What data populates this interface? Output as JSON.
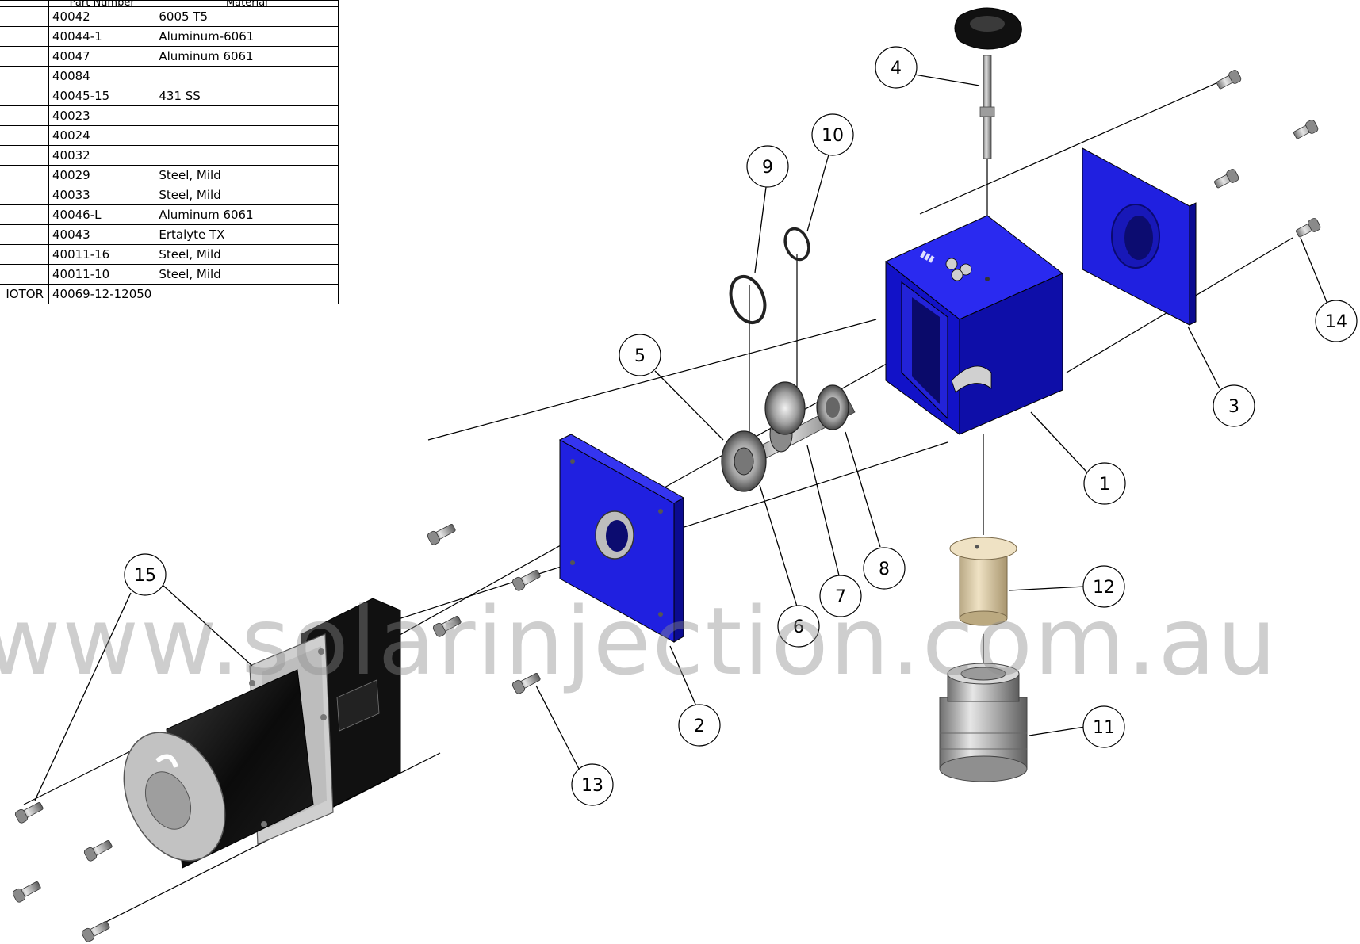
{
  "bom": {
    "header": [
      "",
      "Part Number",
      "Material"
    ],
    "rows": [
      {
        "desc": "",
        "part": "40042",
        "material": "6005 T5"
      },
      {
        "desc": "",
        "part": "40044-1",
        "material": "Aluminum-6061"
      },
      {
        "desc": "",
        "part": "40047",
        "material": "Aluminum 6061"
      },
      {
        "desc": "",
        "part": "40084",
        "material": ""
      },
      {
        "desc": "",
        "part": "40045-15",
        "material": "431 SS"
      },
      {
        "desc": "",
        "part": "40023",
        "material": ""
      },
      {
        "desc": "",
        "part": "40024",
        "material": ""
      },
      {
        "desc": "",
        "part": "40032",
        "material": ""
      },
      {
        "desc": "",
        "part": "40029",
        "material": "Steel, Mild"
      },
      {
        "desc": "",
        "part": "40033",
        "material": "Steel, Mild"
      },
      {
        "desc": "",
        "part": "40046-L",
        "material": "Aluminum 6061"
      },
      {
        "desc": "",
        "part": "40043",
        "material": "Ertalyte TX"
      },
      {
        "desc": "",
        "part": "40011-16",
        "material": "Steel, Mild"
      },
      {
        "desc": "",
        "part": "40011-10",
        "material": "Steel, Mild"
      },
      {
        "desc": "IOTOR",
        "part": "40069-12-12050",
        "material": ""
      }
    ]
  },
  "balloons": [
    "1",
    "2",
    "3",
    "4",
    "5",
    "6",
    "7",
    "8",
    "9",
    "10",
    "11",
    "12",
    "13",
    "14",
    "15"
  ],
  "watermark": "www.solarinjection.com.au",
  "colors": {
    "housing": "#1a1ae6",
    "motor": "#111111",
    "bronze": "#d9c9a8",
    "steel": "#b8b8b8"
  }
}
